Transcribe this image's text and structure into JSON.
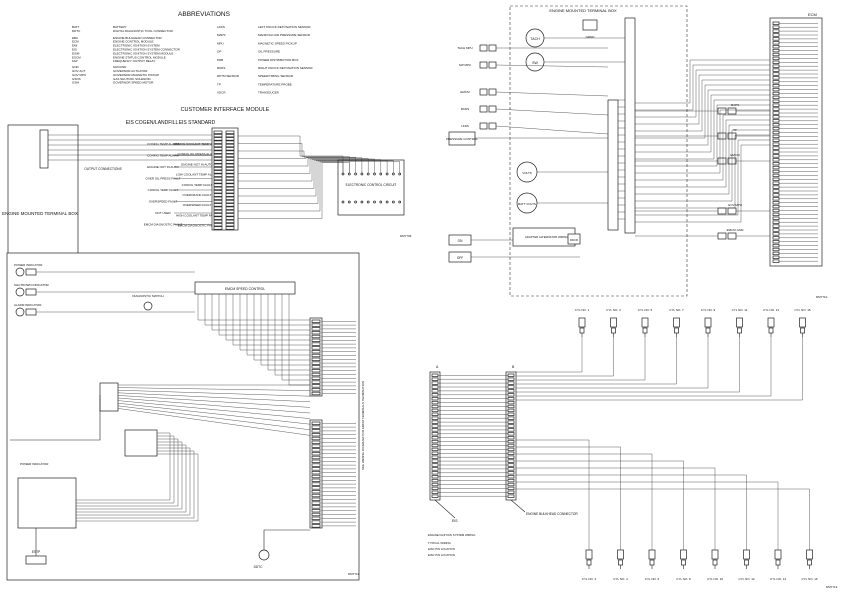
{
  "abbreviations": {
    "title": "ABBREVIATIONS",
    "left": [
      {
        "code": "BATT",
        "desc": "BATTERY"
      },
      {
        "code": "DDTC",
        "desc": "DIGITAL DIAGNOSTIC TOOL CONNECTOR"
      },
      {
        "code": "EBC",
        "desc": "ENGINE BULKHEAD CONNECTOR"
      },
      {
        "code": "ECM",
        "desc": "ENGINE CONTROL MODULE"
      },
      {
        "code": "EMI",
        "desc": "ELECTRONIC IGNITION SYSTEM"
      },
      {
        "code": "EIS",
        "desc": "ELECTRONIC IGNITION SYSTEM CONNECTOR"
      },
      {
        "code": "EISM",
        "desc": "ELECTRONIC IGNITION SYSTEM MODULE"
      },
      {
        "code": "ESCM",
        "desc": "ENGINE STATUS CONTROL MODULE"
      },
      {
        "code": "FAP",
        "desc": "FREQUENCY OUTPUT RELAY"
      },
      {
        "code": "GND",
        "desc": "GROUND"
      },
      {
        "code": "GOV ACT",
        "desc": "GOVERNOR ACTUATOR"
      },
      {
        "code": "GOV MPU",
        "desc": "GOVERNOR MAGNETIC PICKUP"
      },
      {
        "code": "GSOS",
        "desc": "GAS SHUTOFF SOLENOID"
      },
      {
        "code": "GSM",
        "desc": "GOVERNOR SPEED MOTOR"
      }
    ],
    "right": [
      {
        "code": "LKDS",
        "desc": "LEFT KNOCK DETONATION SENSOR"
      },
      {
        "code": "MAPS",
        "desc": "MANIFOLD AIR PRESSURE SENSOR"
      },
      {
        "code": "MPU",
        "desc": "MAGNETIC SPEED PICKUP"
      },
      {
        "code": "OP",
        "desc": "OIL PRESSURE"
      },
      {
        "code": "PDB",
        "desc": "POWER DISTRIBUTION BOX"
      },
      {
        "code": "RKDS",
        "desc": "RIGHT KNOCK DETONATION SENSOR"
      },
      {
        "code": "RPTM SENSOR",
        "desc": "SPEED/TIMING SENSOR"
      },
      {
        "code": "TP",
        "desc": "TEMPERATURE PROBE"
      },
      {
        "code": "XDCR",
        "desc": "TRANSDUCER"
      }
    ]
  },
  "cim": {
    "title": "CUSTOMER INTERFACE MODULE",
    "col1_header": "EIS COGEN/LANDFILL",
    "col2_header": "EIS STANDARD",
    "output_label": "OUTPUT CONNECTIONS",
    "col1_items": [
      "CONFIG TEMP ALARM",
      "CONFIG TEMP ALARM",
      "ENGINE NOT IN AUTO",
      "OVER OIL PRESS FAULT",
      "CONFIG TEMP FAULT",
      "OVERSPEED FAULT",
      "NOT USED",
      "EMCM DIAGNOSTIC FAULT"
    ],
    "col2_items": [
      "CONFIG COOLANT TEMP ALARM",
      "CONFIG OIL PRESS ALARM",
      "ENGINE NOT IN AUTO",
      "LOW COOLANT TEMP ALARM",
      "CONFIG TEMP FAULT",
      "OVERCRANK FAULT",
      "OVERSPEED FAULT",
      "HIGH COOLANT TEMP FAULT",
      "EMCM DIAGNOSTIC FAULT"
    ],
    "ecc_label": "ELECTRONIC CONTROL CIRCUIT",
    "terminal_box": "ENGINE MOUNTED TERMINAL BOX",
    "ref": "DM7709"
  },
  "emt": {
    "title": "ENGINE MOUNTED TERMINAL BOX",
    "ref": "DM7710",
    "left_labels": [
      "TACH MPU",
      "SW MPU",
      "EMCM",
      "RKDS",
      "LKDS"
    ],
    "pressure_label": "PRESSURE CONTROL",
    "gauges": [
      "TACH",
      "SW"
    ],
    "devices": [
      "VOLTS",
      "BATT VOLTS"
    ],
    "alternator_label": "ADAPTER ALTERNATOR WIRING",
    "ecm_title": "ECM",
    "right_labels": [
      "MAPS",
      "TP",
      "EMCM",
      "GOV MPU",
      "EMCM GSM"
    ],
    "bottom_left": [
      "ON",
      "OFF"
    ],
    "relay_label": "DDCR",
    "grnd_label": "GRND"
  },
  "espeed": {
    "title": "EMCM SPEED CONTROL",
    "indicators": [
      "POWER INDICATOR",
      "SHUTDOWN INDICATOR",
      "ALARM INDICATOR"
    ],
    "diag_label": "DIAGNOSTIC SWITCH",
    "side_label": "SEE WIRING DIAGRAM FOR EMCM TERMINALS TERMINATION",
    "power_indicator": "POWER INDICATOR",
    "estop": "ESTP",
    "ddtc": "DDTC",
    "ref": "DM7711"
  },
  "ignition": {
    "cyl_top": [
      "CYL NO. 1",
      "CYL NO. 3",
      "CYL NO. 5",
      "CYL NO. 7",
      "CYL NO. 9",
      "CYL NO. 11",
      "CYL NO. 13",
      "CYL NO. 15"
    ],
    "cyl_bottom": [
      "CYL NO. 2",
      "CYL NO. 4",
      "CYL NO. 6",
      "CYL NO. 8",
      "CYL NO. 10",
      "CYL NO. 12",
      "CYL NO. 14",
      "CYL NO. 16"
    ],
    "eis_label": "EIS",
    "ebc_label": "ENGINE BULKHEAD CONNECTOR",
    "legend_title": "ENGINE IGNITION SYSTEM WIRING",
    "legend": [
      "TYPICAL WIRING",
      "EISC PIN LOCATION",
      "EISC PIN LOCATION"
    ],
    "col_a": "A",
    "col_b": "B",
    "ref": "DM7713"
  }
}
